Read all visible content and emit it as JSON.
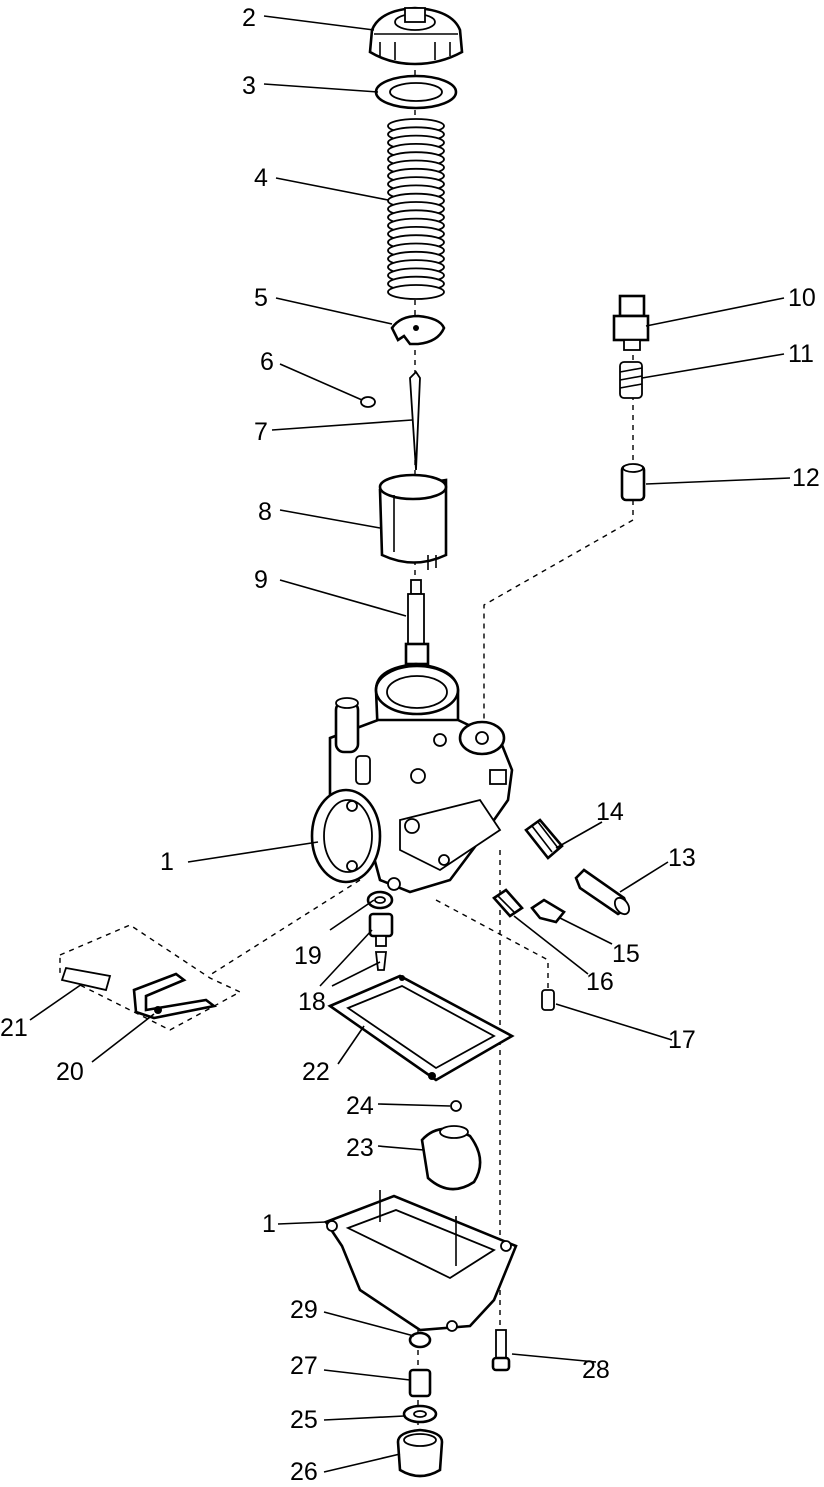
{
  "diagram": {
    "callouts": [
      {
        "id": "c2",
        "label": "2"
      },
      {
        "id": "c3",
        "label": "3"
      },
      {
        "id": "c4",
        "label": "4"
      },
      {
        "id": "c5",
        "label": "5"
      },
      {
        "id": "c6",
        "label": "6"
      },
      {
        "id": "c7",
        "label": "7"
      },
      {
        "id": "c8",
        "label": "8"
      },
      {
        "id": "c9",
        "label": "9"
      },
      {
        "id": "c10",
        "label": "10"
      },
      {
        "id": "c11",
        "label": "11"
      },
      {
        "id": "c12",
        "label": "12"
      },
      {
        "id": "c1a",
        "label": "1"
      },
      {
        "id": "c14",
        "label": "14"
      },
      {
        "id": "c13",
        "label": "13"
      },
      {
        "id": "c19",
        "label": "19"
      },
      {
        "id": "c15",
        "label": "15"
      },
      {
        "id": "c16",
        "label": "16"
      },
      {
        "id": "c18",
        "label": "18"
      },
      {
        "id": "c17",
        "label": "17"
      },
      {
        "id": "c21",
        "label": "21"
      },
      {
        "id": "c20",
        "label": "20"
      },
      {
        "id": "c22",
        "label": "22"
      },
      {
        "id": "c24",
        "label": "24"
      },
      {
        "id": "c23",
        "label": "23"
      },
      {
        "id": "c1b",
        "label": "1"
      },
      {
        "id": "c29",
        "label": "29"
      },
      {
        "id": "c28",
        "label": "28"
      },
      {
        "id": "c27",
        "label": "27"
      },
      {
        "id": "c25",
        "label": "25"
      },
      {
        "id": "c26",
        "label": "26"
      }
    ]
  }
}
